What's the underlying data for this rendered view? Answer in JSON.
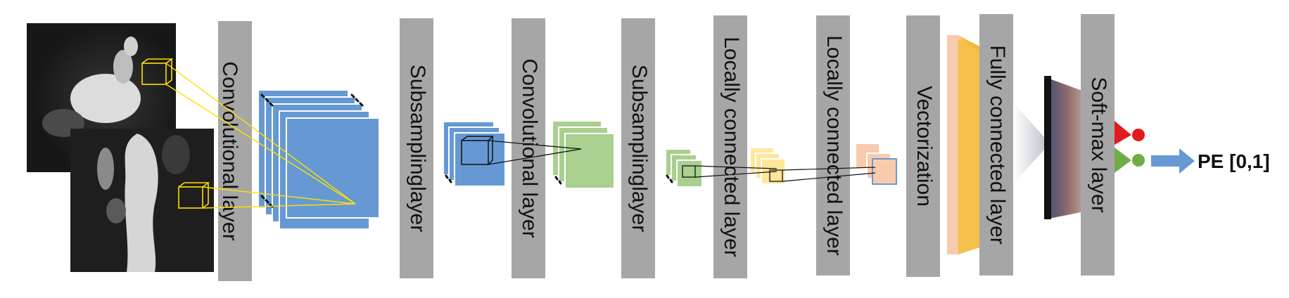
{
  "layers": [
    {
      "label": "Convolutional layer"
    },
    {
      "label": "Subsamplinglayer"
    },
    {
      "label": "Convolutional layer"
    },
    {
      "label": "Subsamplinglayer"
    },
    {
      "label": "Locally connected layer"
    },
    {
      "label": "Locally connected layer"
    },
    {
      "label": "Vectorization"
    },
    {
      "label": "Fully connected layer"
    },
    {
      "label": "Soft-max layer"
    }
  ],
  "output": {
    "label": "PE [0,1]"
  },
  "colors": {
    "layer_bar": "#a6a6a6",
    "conv_maps": "#6699d3",
    "conv2_maps": "#a9d08e",
    "local1_maps": "#ffe699",
    "local2_maps": "#f8cbad",
    "vector": "#f4c04a",
    "output_arrow": "#6699d3",
    "node_red": "#e31a1c",
    "node_green": "#70ad47",
    "receptive_field": "#ffe000"
  }
}
